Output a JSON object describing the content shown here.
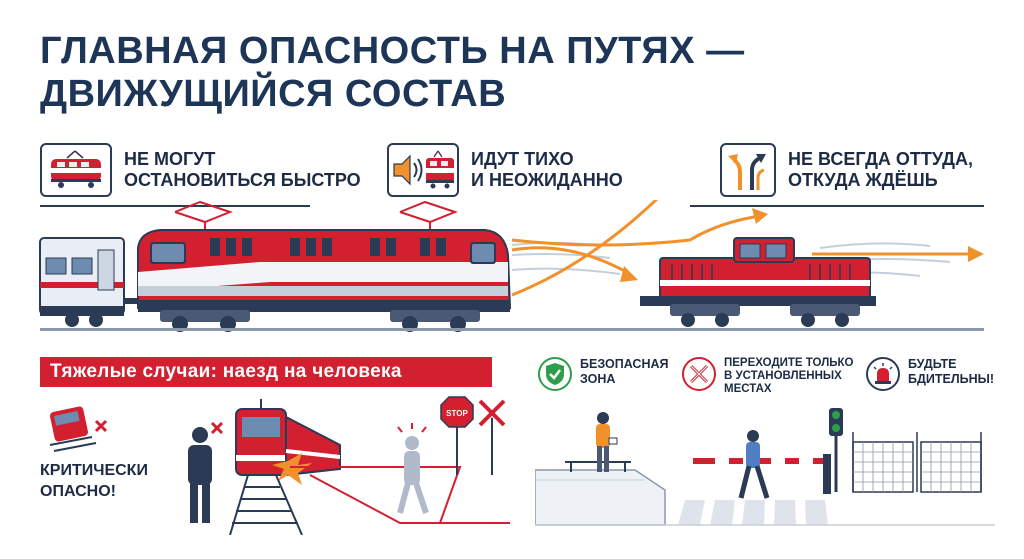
{
  "title": {
    "line1": "Главная опасность на путях —",
    "line2": "движущийся состав"
  },
  "tips": [
    {
      "icon": "electric-train-icon",
      "line1": "Не могут",
      "line2": "остановиться быстро"
    },
    {
      "icon": "speaker-train-icon",
      "line1": "Идут тихо",
      "line2": "и неожиданно"
    },
    {
      "icon": "direction-arrows-icon",
      "line1": "Не всегда оттуда,",
      "line2": "откуда ждёшь"
    }
  ],
  "banner": "Тяжелые случаи: наезд на человека",
  "critical": {
    "line1": "Критически",
    "line2": "опасно!"
  },
  "stop_sign": "STOP",
  "safety": [
    {
      "icon": "shield-check-icon",
      "line1": "Безопасная",
      "line2": "зона",
      "line3": ""
    },
    {
      "icon": "crossing-sign-icon",
      "line1": "Переходите только",
      "line2": "в установленных",
      "line3": "местах"
    },
    {
      "icon": "siren-icon",
      "line1": "Будьте",
      "line2": "бдительны!",
      "line3": ""
    }
  ],
  "colors": {
    "title": "#1d3557",
    "accent_red": "#d22030",
    "arrow_orange": "#f0912c",
    "safe_green": "#2e9e4a",
    "navy": "#2b3a55"
  }
}
